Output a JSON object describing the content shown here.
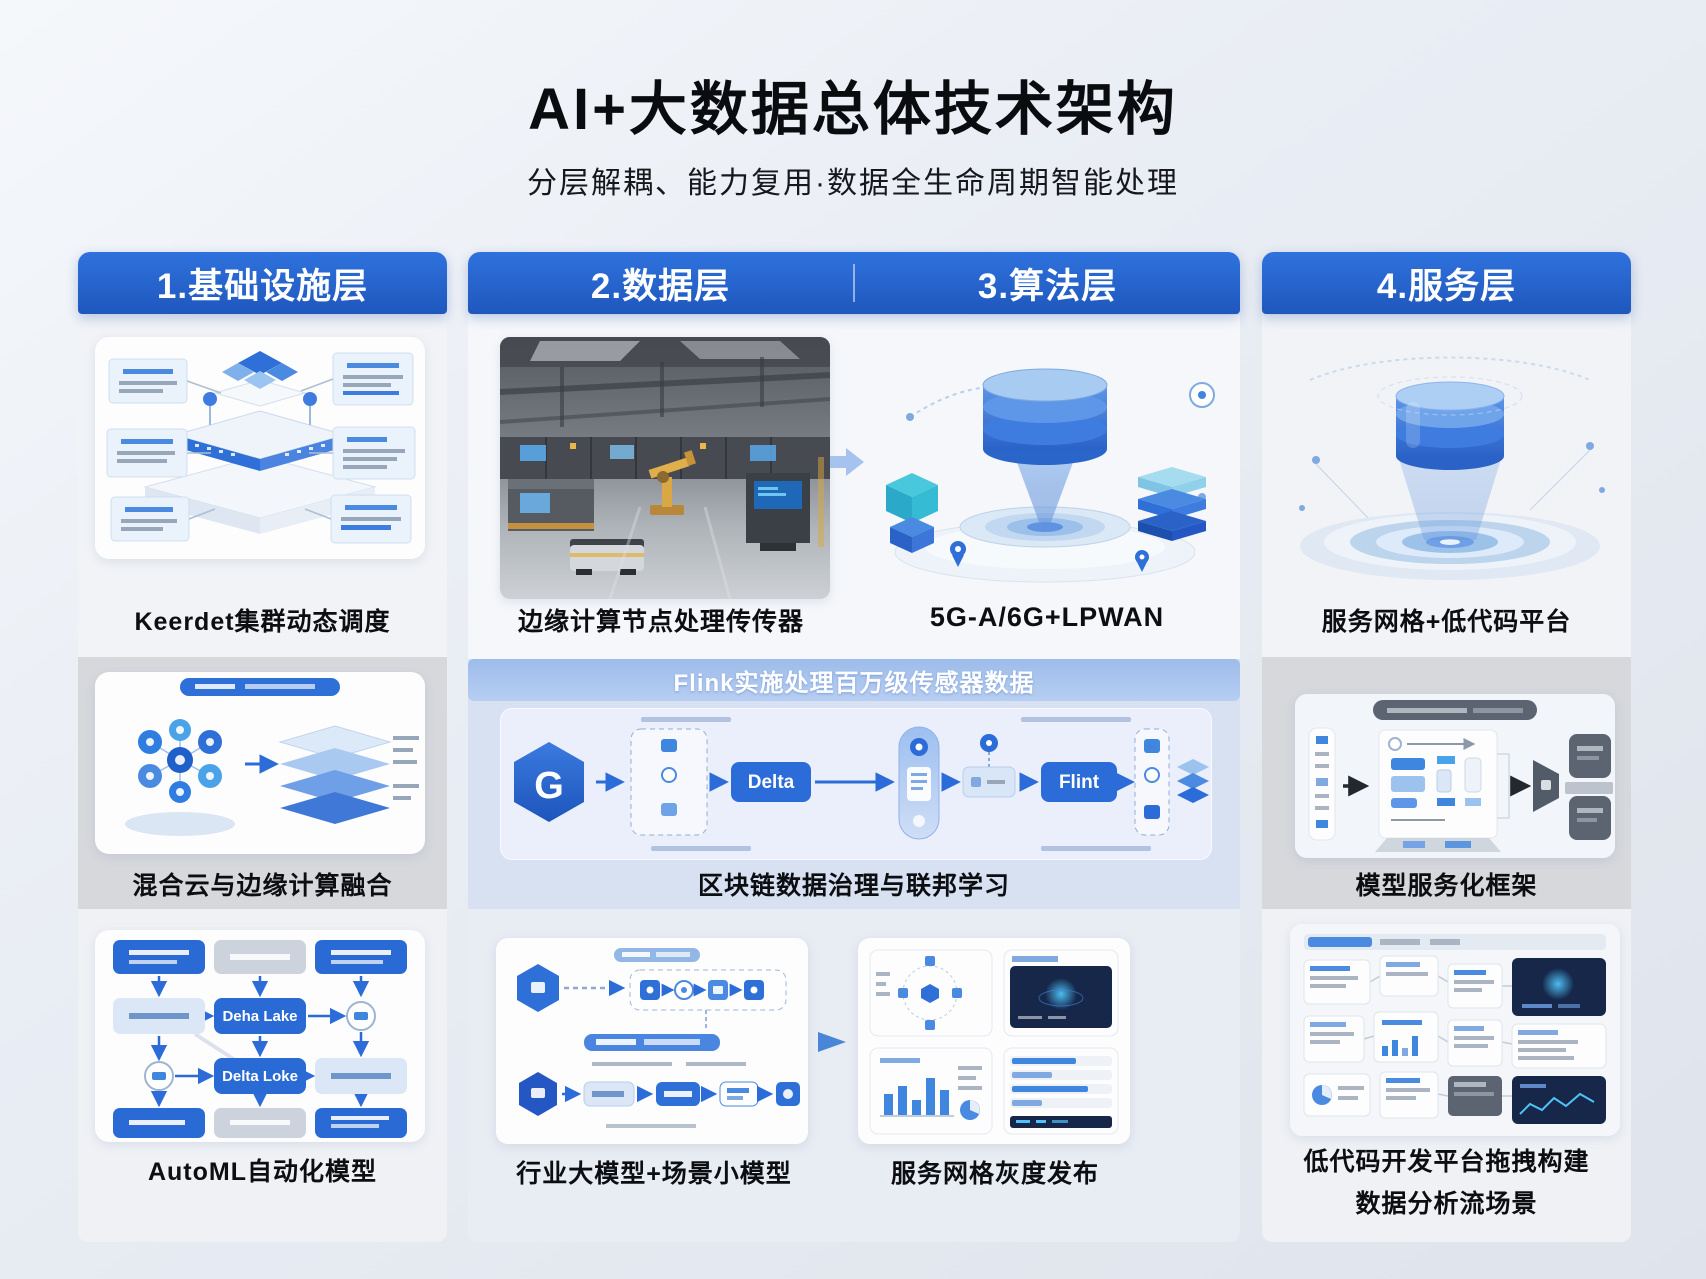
{
  "title": "AI+大数据总体技术架构",
  "subtitle": "分层解耦、能力复用·数据全生命周期智能处理",
  "headers": {
    "infrastructure": "1.基础设施层",
    "data": "2.数据层",
    "algorithm": "3.算法层",
    "service": "4.服务层"
  },
  "captions": {
    "infra_row1": "Keerdet集群动态调度",
    "infra_row2": "混合云与边缘计算融合",
    "infra_row3": "AutoML自动化模型",
    "data_row1": "边缘计算节点处理传传器",
    "algo_row1": "5G-A/6G+LPWAN",
    "mid_band": "Flink实施处理百万级传感器数据",
    "mid_row2": "区块链数据治理与联邦学习",
    "mid_row3_left": "行业大模型+场景小模型",
    "mid_row3_right": "服务网格灰度发布",
    "service_row1": "服务网格+低代码平台",
    "service_row2": "模型服务化框架",
    "service_row3_line1": "低代码开发平台拖拽构建",
    "service_row3_line2": "数据分析流场景"
  },
  "flow_labels": {
    "logo_glyph": "G",
    "delta": "Delta",
    "flint": "Flint",
    "lake_a": "Deha Lake",
    "lake_b": "Delta Loke"
  },
  "colors": {
    "header_blue": "#2565cf",
    "accent_blue": "#2b6cd8",
    "band_blue": "#aac6ef",
    "side_gray_band": "#d6d8dc",
    "mid_blue_band": "#d7e1f2",
    "dark_slate": "#5b6470",
    "navy": "#16274a"
  }
}
